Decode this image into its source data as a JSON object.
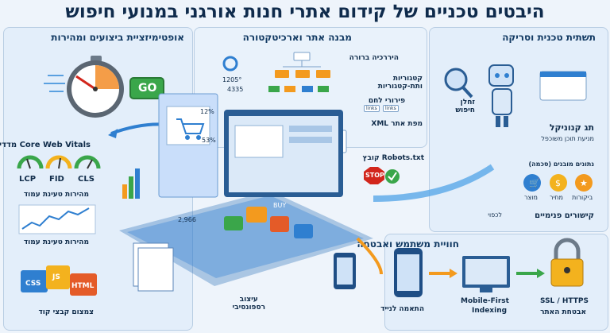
{
  "title": "היבטים טכניים של קידום אתרי חנות אורגני במנועי חיפוש",
  "panels": {
    "performance": {
      "heading": "אופטימיזציית ביצועים ומהירות",
      "go_label": "GO",
      "cwv_title": "Core Web Vitals מדדי",
      "gauges": [
        "LCP",
        "FID",
        "CLS"
      ],
      "speed_label_1": "מהירות טעינת עמוד",
      "speed_label_2": "מהירות טעינת עמוד",
      "files": [
        "CSS",
        "JS",
        "HTML"
      ],
      "compress_label": "צמצום קבצי קוד"
    },
    "architecture": {
      "heading": "מבנה אתר וארכיטקטורה",
      "items": [
        "היררכיה ברורה",
        "קטגוריות ותת-קטגוריות",
        "פירורי לחם",
        "מפת אתר XML",
        "Robots.txt קובץ"
      ],
      "links_tag": "links",
      "stop_label": "STOP"
    },
    "crawl": {
      "heading": "תשתית טכנית וסריקה",
      "crawler_label": "זחלן חיפוש",
      "canonical_title": "תג קנוניקל",
      "canonical_sub": "מניעת תוכן משוכפל",
      "schema_title": "נתונים מובנים (סכמה)",
      "schema_items": [
        "ביקורות",
        "מחיר",
        "מוצר"
      ],
      "internal_links": "קישורים פנימיים",
      "duplicate_label": "לכפוי"
    },
    "ux": {
      "heading": "חוויית משתמש ואבטחה",
      "mobile_label": "התאמה לנייד",
      "mfi_label_1": "Mobile-First",
      "mfi_label_2": "Indexing",
      "ssl_label_1": "SSL / HTTPS",
      "ssl_label_2": "אבטחת האתר"
    },
    "center": {
      "responsive_label_1": "עיצוב",
      "responsive_label_2": "רספונסיבי",
      "num_1": "1205°",
      "num_2": "4335",
      "num_3": "12%",
      "num_4": "53%",
      "num_5": "2,966",
      "buy_label": "BUY"
    }
  },
  "colors": {
    "title": "#0f2b4c",
    "accent_orange": "#f39a1e",
    "accent_blue": "#2f7fd0",
    "accent_green": "#3aa64a",
    "panel_bg": "#e3eefa"
  }
}
